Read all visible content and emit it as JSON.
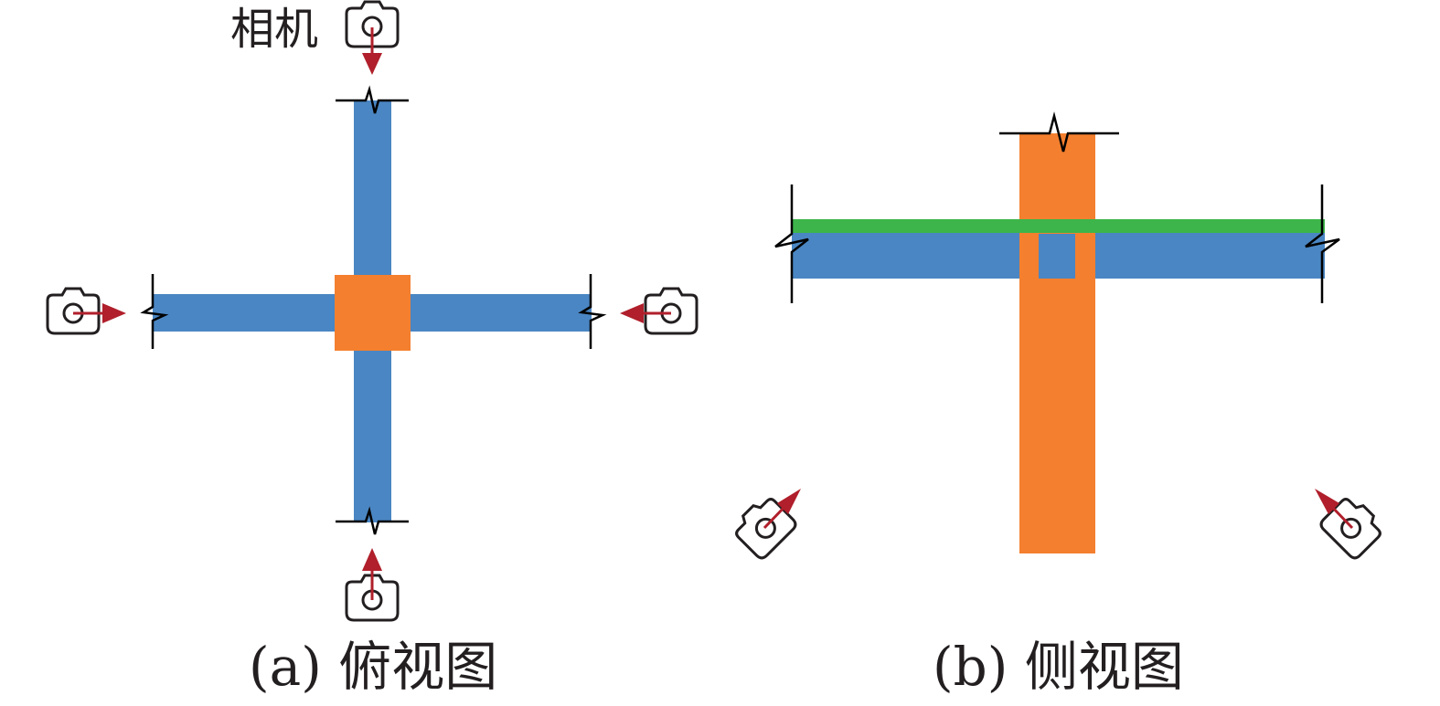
{
  "labels": {
    "camera": "相机",
    "panel_a_caption": "(a) 俯视图",
    "panel_b_caption": "(b) 侧视图"
  },
  "colors": {
    "beam": "#4a86c3",
    "column": "#f47f2e",
    "slab": "#3db54a",
    "arrow": "#b01f2b",
    "outline": "#231f20"
  },
  "icons": {
    "camera": "camera-icon",
    "arrow": "viewing-direction-arrow",
    "break": "break-line-symbol"
  }
}
